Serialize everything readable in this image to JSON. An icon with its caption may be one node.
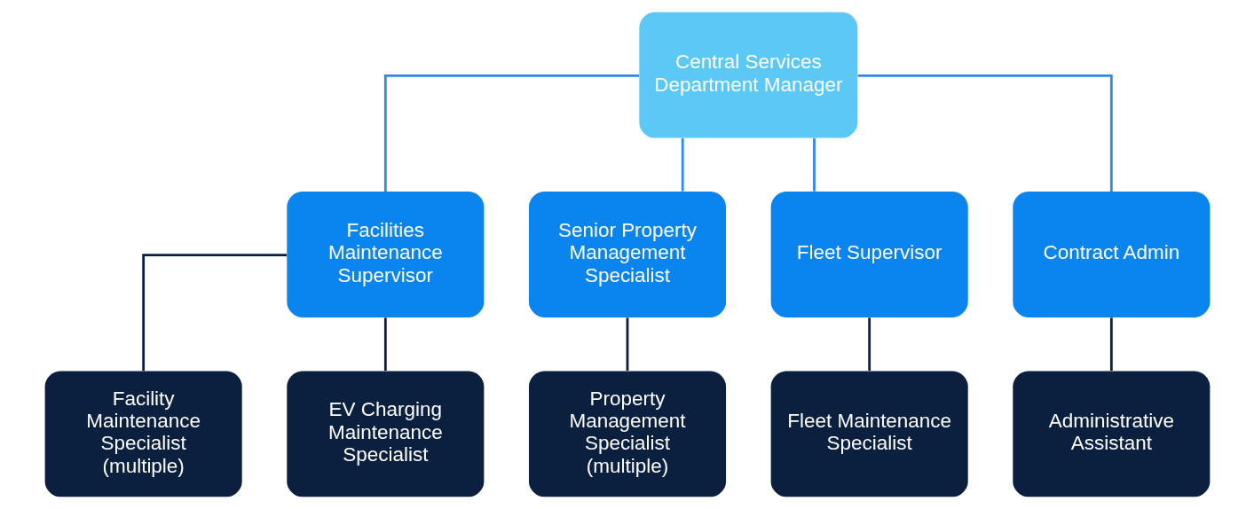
{
  "diagram": {
    "nodes": [
      {
        "text": [
          "Central Services Department Manager"
        ]
      },
      {
        "text": [
          "Facilities Maintenance Supervisor"
        ]
      },
      {
        "text": [
          "Senior Property Management Specialist"
        ]
      },
      {
        "text": [
          "Fleet Supervisor"
        ]
      },
      {
        "text": [
          "Contract Admin"
        ]
      },
      {
        "text": [
          "Facility Maintenance Specialist (multiple)"
        ]
      },
      {
        "text": [
          "EV Charging Maintenance Specialist"
        ]
      },
      {
        "text": [
          "Property Management Specialist (multiple)"
        ]
      },
      {
        "text": [
          "Fleet Maintenance Specialist"
        ]
      },
      {
        "text": [
          "Administrative Assistant"
        ]
      }
    ],
    "edges": [
      {
        "from": 0,
        "to": 1,
        "arrow": "none",
        "color": "#2e8ae6"
      },
      {
        "from": 0,
        "to": 2,
        "arrow": "none",
        "color": "#2e8ae6"
      },
      {
        "from": 0,
        "to": 3,
        "arrow": "none",
        "color": "#2e8ae6"
      },
      {
        "from": 0,
        "to": 4,
        "arrow": "none",
        "color": "#2e8ae6"
      },
      {
        "from": 1,
        "to": 5,
        "arrow": "none"
      },
      {
        "from": 1,
        "to": 6,
        "arrow": "none"
      },
      {
        "from": 2,
        "to": 7,
        "arrow": "none"
      },
      {
        "from": 3,
        "to": 8,
        "arrow": "none"
      },
      {
        "from": 4,
        "to": 9,
        "arrow": "none"
      }
    ]
  }
}
